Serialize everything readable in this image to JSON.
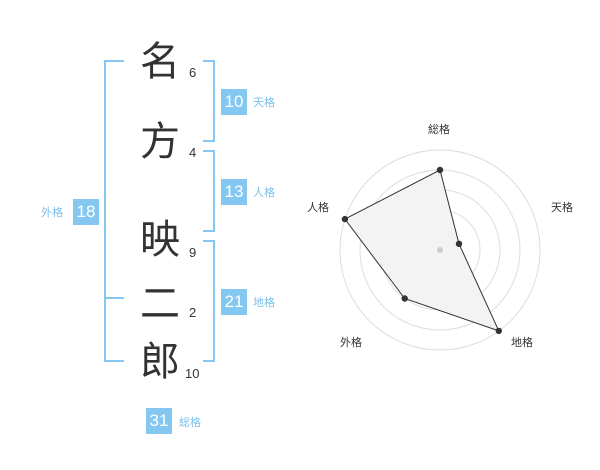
{
  "name_characters": [
    {
      "char": "名",
      "strokes": "6"
    },
    {
      "char": "方",
      "strokes": "4"
    },
    {
      "char": "映",
      "strokes": "9"
    },
    {
      "char": "二",
      "strokes": "2"
    },
    {
      "char": "郎",
      "strokes": "10"
    }
  ],
  "fortunes": {
    "tenkaku": {
      "label": "天格",
      "value": "10"
    },
    "jinkaku": {
      "label": "人格",
      "value": "13"
    },
    "chikaku": {
      "label": "地格",
      "value": "21"
    },
    "gaikaku": {
      "label": "外格",
      "value": "18"
    },
    "soukaku": {
      "label": "総格",
      "value": "31"
    }
  },
  "chart_data": {
    "type": "radar",
    "axes": [
      "総格",
      "天格",
      "地格",
      "外格",
      "人格"
    ],
    "values": [
      4,
      1,
      5,
      3,
      5
    ],
    "max": 5,
    "rings": 5,
    "colors": {
      "fill": "#f2f2f2",
      "line": "#333333",
      "ring": "#dddddd",
      "center": "#cccccc"
    }
  }
}
